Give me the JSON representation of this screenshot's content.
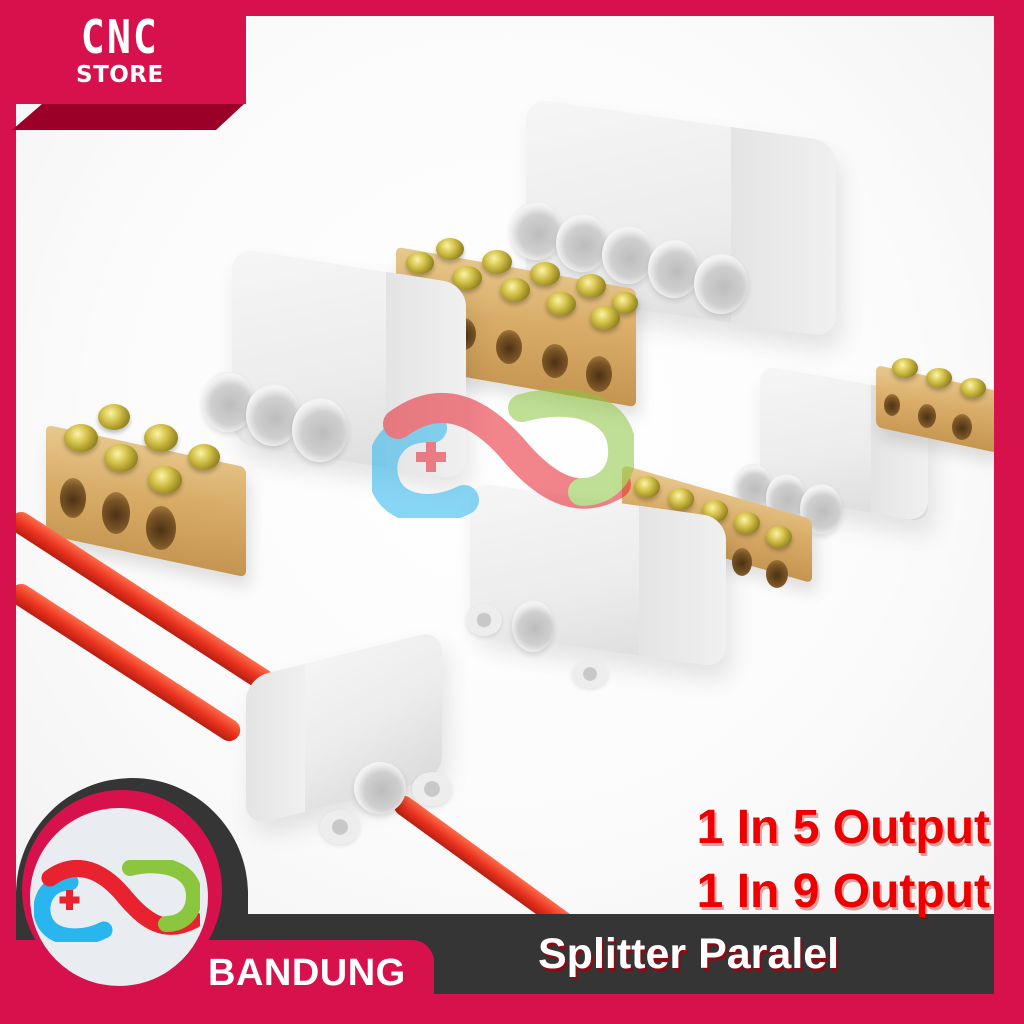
{
  "store": {
    "logo_line1": "CNC",
    "logo_line2": "STORE"
  },
  "product": {
    "title": "Splitter Paralel",
    "specs": [
      "1 In 5 Output",
      "1 In 9 Output"
    ]
  },
  "badge": {
    "city": "BANDUNG",
    "logo_icon": "infinity-medical-cross-icon"
  },
  "watermark": {
    "icon": "infinity-medical-cross-icon"
  },
  "colors": {
    "brand_crimson": "#d7114b",
    "dark_band": "#353535",
    "spec_text_red": "#ee0000",
    "logo_blue": "#29b6ee",
    "logo_red": "#e8222e",
    "logo_green": "#8cc63f",
    "brass": "#d9ad68",
    "housing_white": "#ececec",
    "wire_red": "#e8321e"
  }
}
